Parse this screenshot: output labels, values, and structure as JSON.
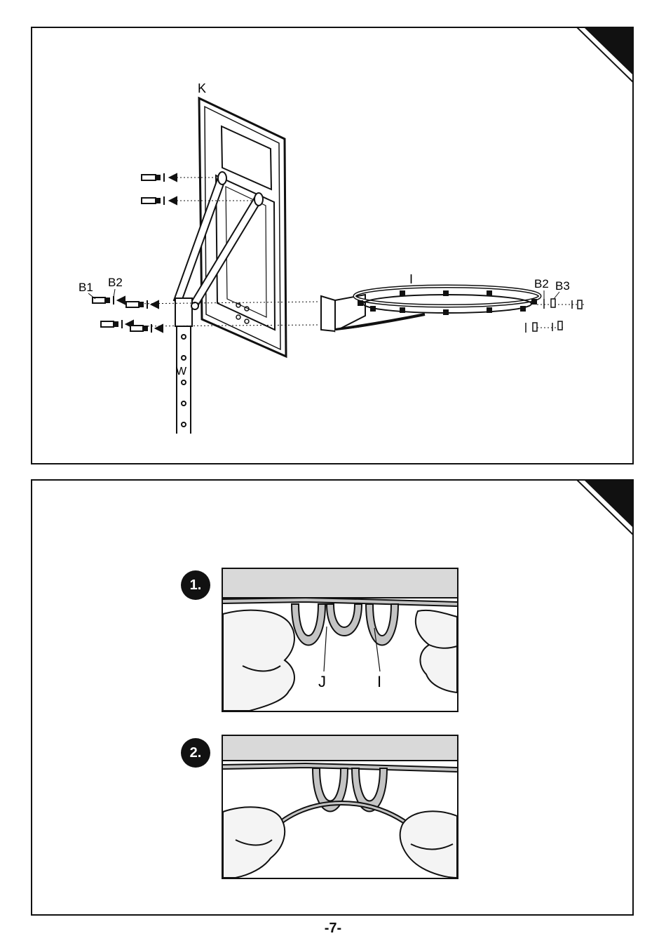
{
  "top_panel": {
    "labels": {
      "backboard": "K",
      "rim": "I",
      "pole": "W",
      "bolt_left": "B1",
      "washer_left": "B2",
      "washer_right": "B2",
      "nut_right": "B3"
    }
  },
  "bottom_panel": {
    "step1": {
      "number": "1.",
      "label_j": "J",
      "label_i": "I"
    },
    "step2": {
      "number": "2."
    }
  },
  "footer": {
    "page_number": "-7-"
  },
  "colors": {
    "ink": "#111111",
    "fill_gray": "#d9d9d9",
    "net_gray": "#c4c4c4",
    "skin": "#f4f4f4"
  }
}
